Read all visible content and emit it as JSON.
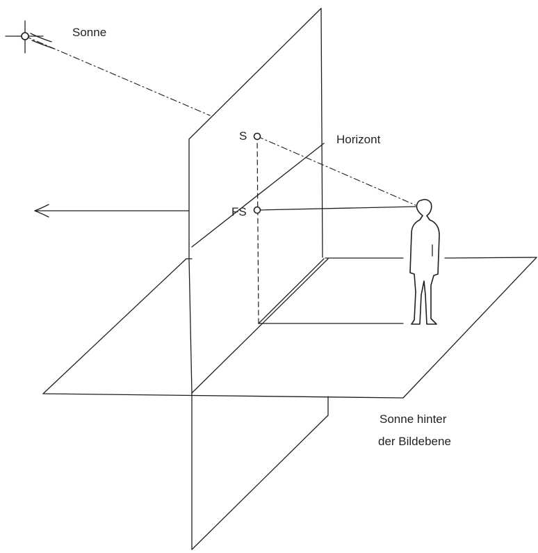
{
  "labels": {
    "sun": "Sonne",
    "sun_point": "S",
    "foot_point": "FS",
    "horizon": "Horizont",
    "caption_line1": "Sonne hinter",
    "caption_line2": "der Bildebene"
  },
  "icons": {
    "sun": "sun-crosshair-icon",
    "observer": "person-silhouette-icon",
    "direction": "arrow-left-icon"
  },
  "colors": {
    "ink": "#1e1e1e",
    "background": "#ffffff"
  }
}
